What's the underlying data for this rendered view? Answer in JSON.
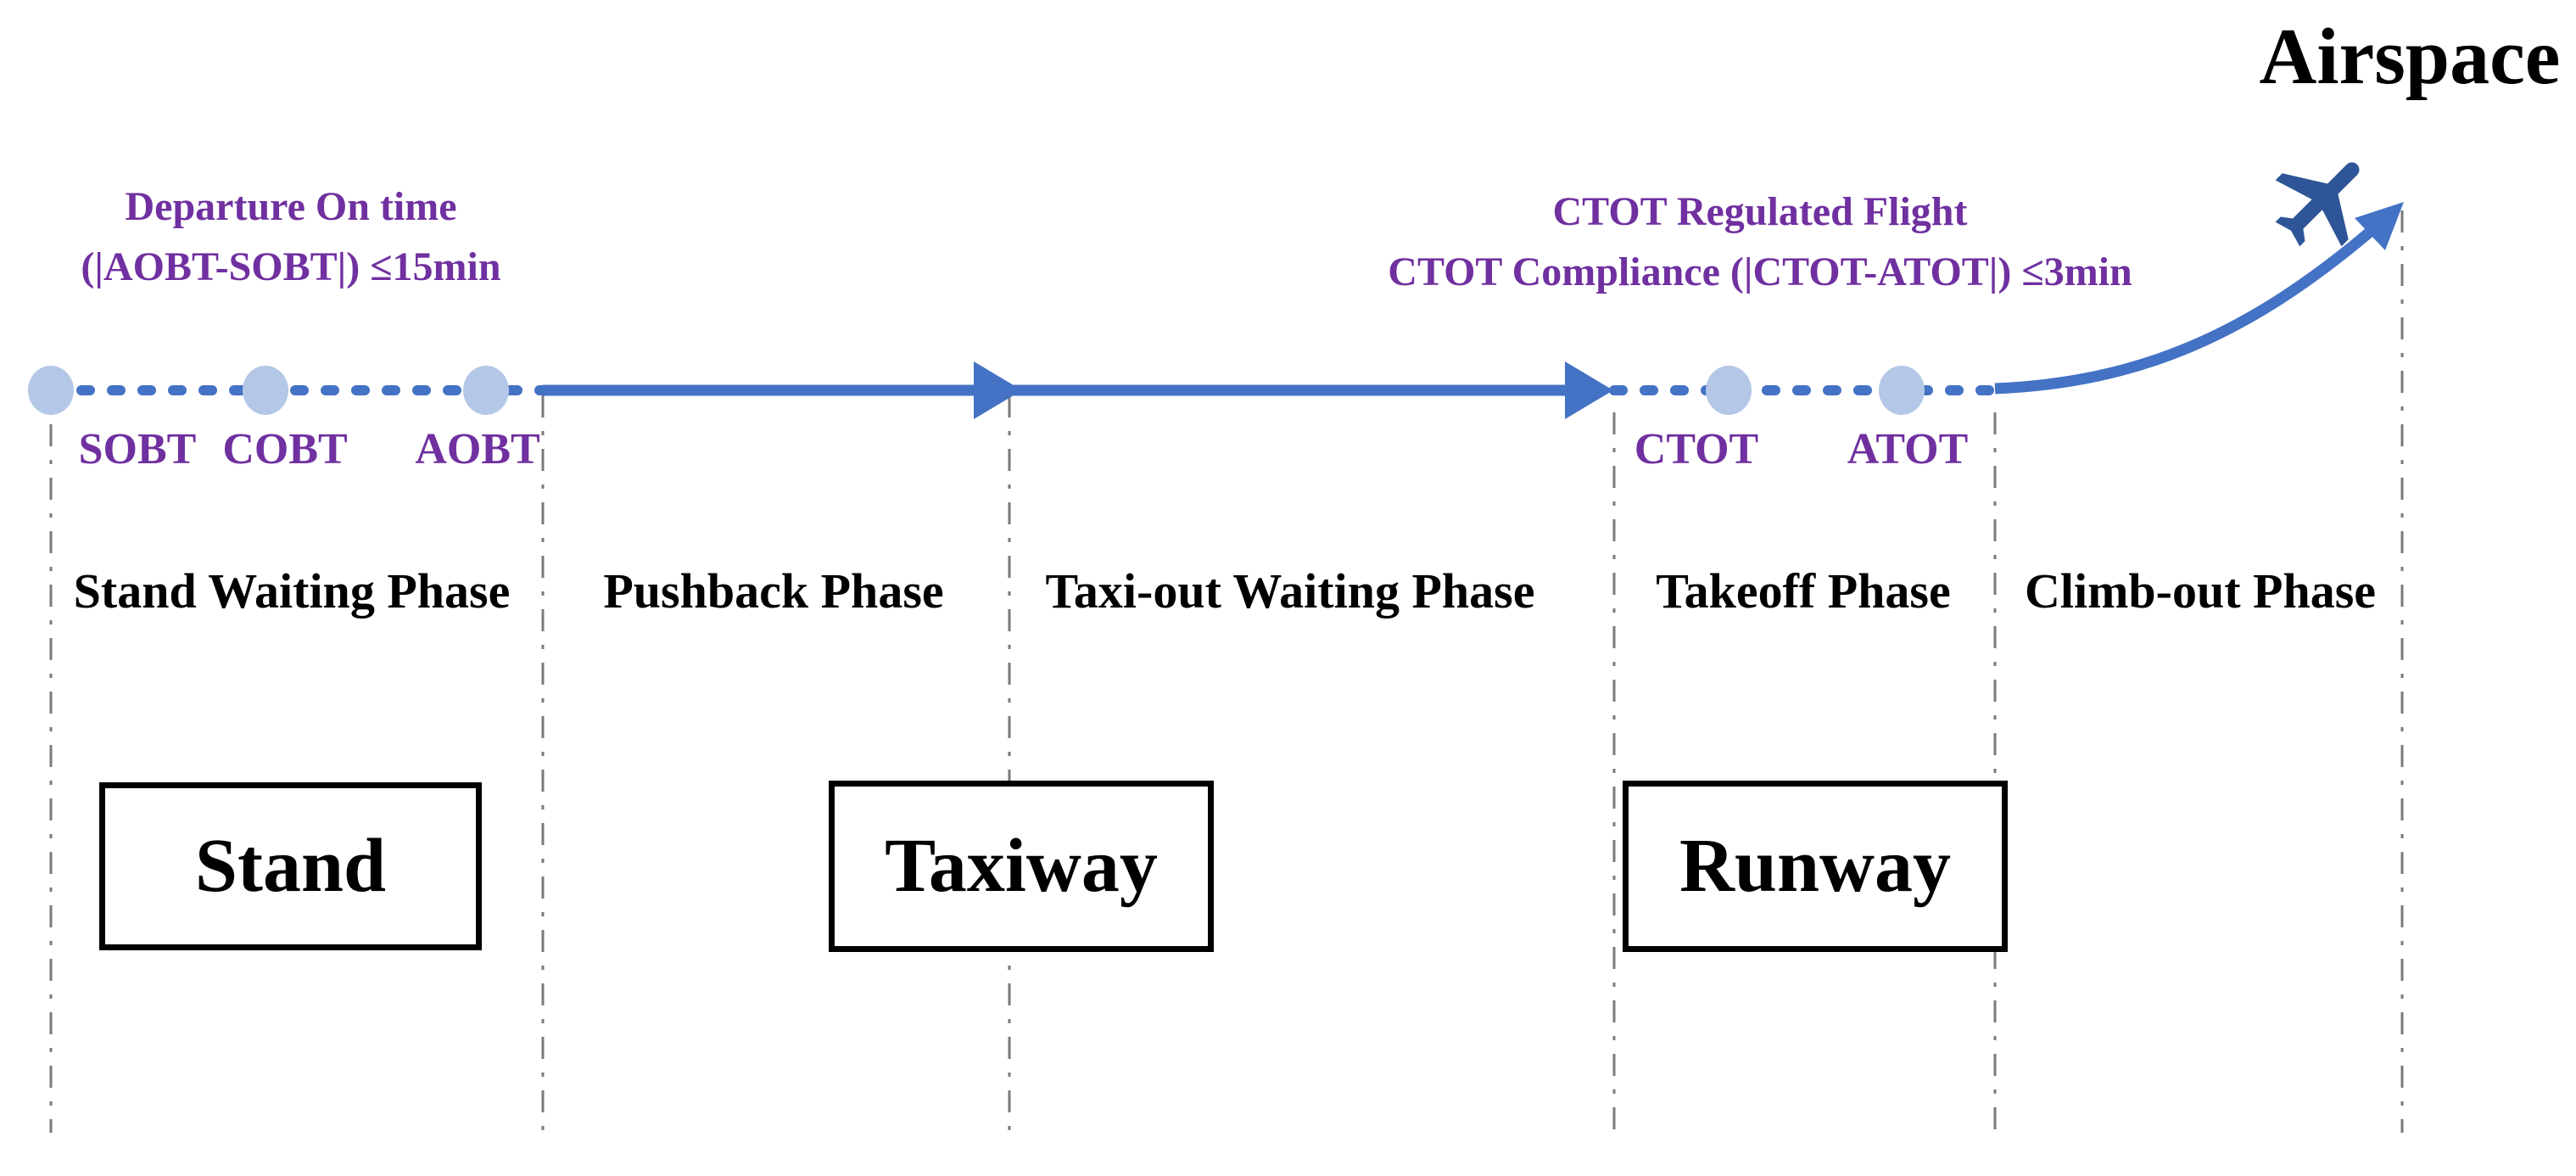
{
  "diagram": {
    "title": "Airspace",
    "annotation_left": {
      "line1": "Departure On time",
      "line2": "(|AOBT-SOBT|) ≤15min"
    },
    "annotation_right": {
      "line1": "CTOT Regulated Flight",
      "line2": "CTOT Compliance (|CTOT-ATOT|) ≤3min"
    },
    "milestones": [
      {
        "label": "SOBT"
      },
      {
        "label": "COBT"
      },
      {
        "label": "AOBT"
      },
      {
        "label": "CTOT"
      },
      {
        "label": "ATOT"
      }
    ],
    "phases": [
      {
        "label": "Stand Waiting Phase"
      },
      {
        "label": "Pushback Phase"
      },
      {
        "label": "Taxi-out Waiting Phase"
      },
      {
        "label": "Takeoff Phase"
      },
      {
        "label": "Climb-out Phase"
      }
    ],
    "locations": [
      {
        "label": "Stand"
      },
      {
        "label": "Taxiway"
      },
      {
        "label": "Runway"
      }
    ],
    "colors": {
      "timeline_blue": "#4472C4",
      "milestone_dot_blue": "#B4C7E7",
      "airplane_blue": "#2E5597",
      "annotation_purple": "#7030A0",
      "divider_gray": "#7A7A7A",
      "text_black": "#000000"
    }
  }
}
